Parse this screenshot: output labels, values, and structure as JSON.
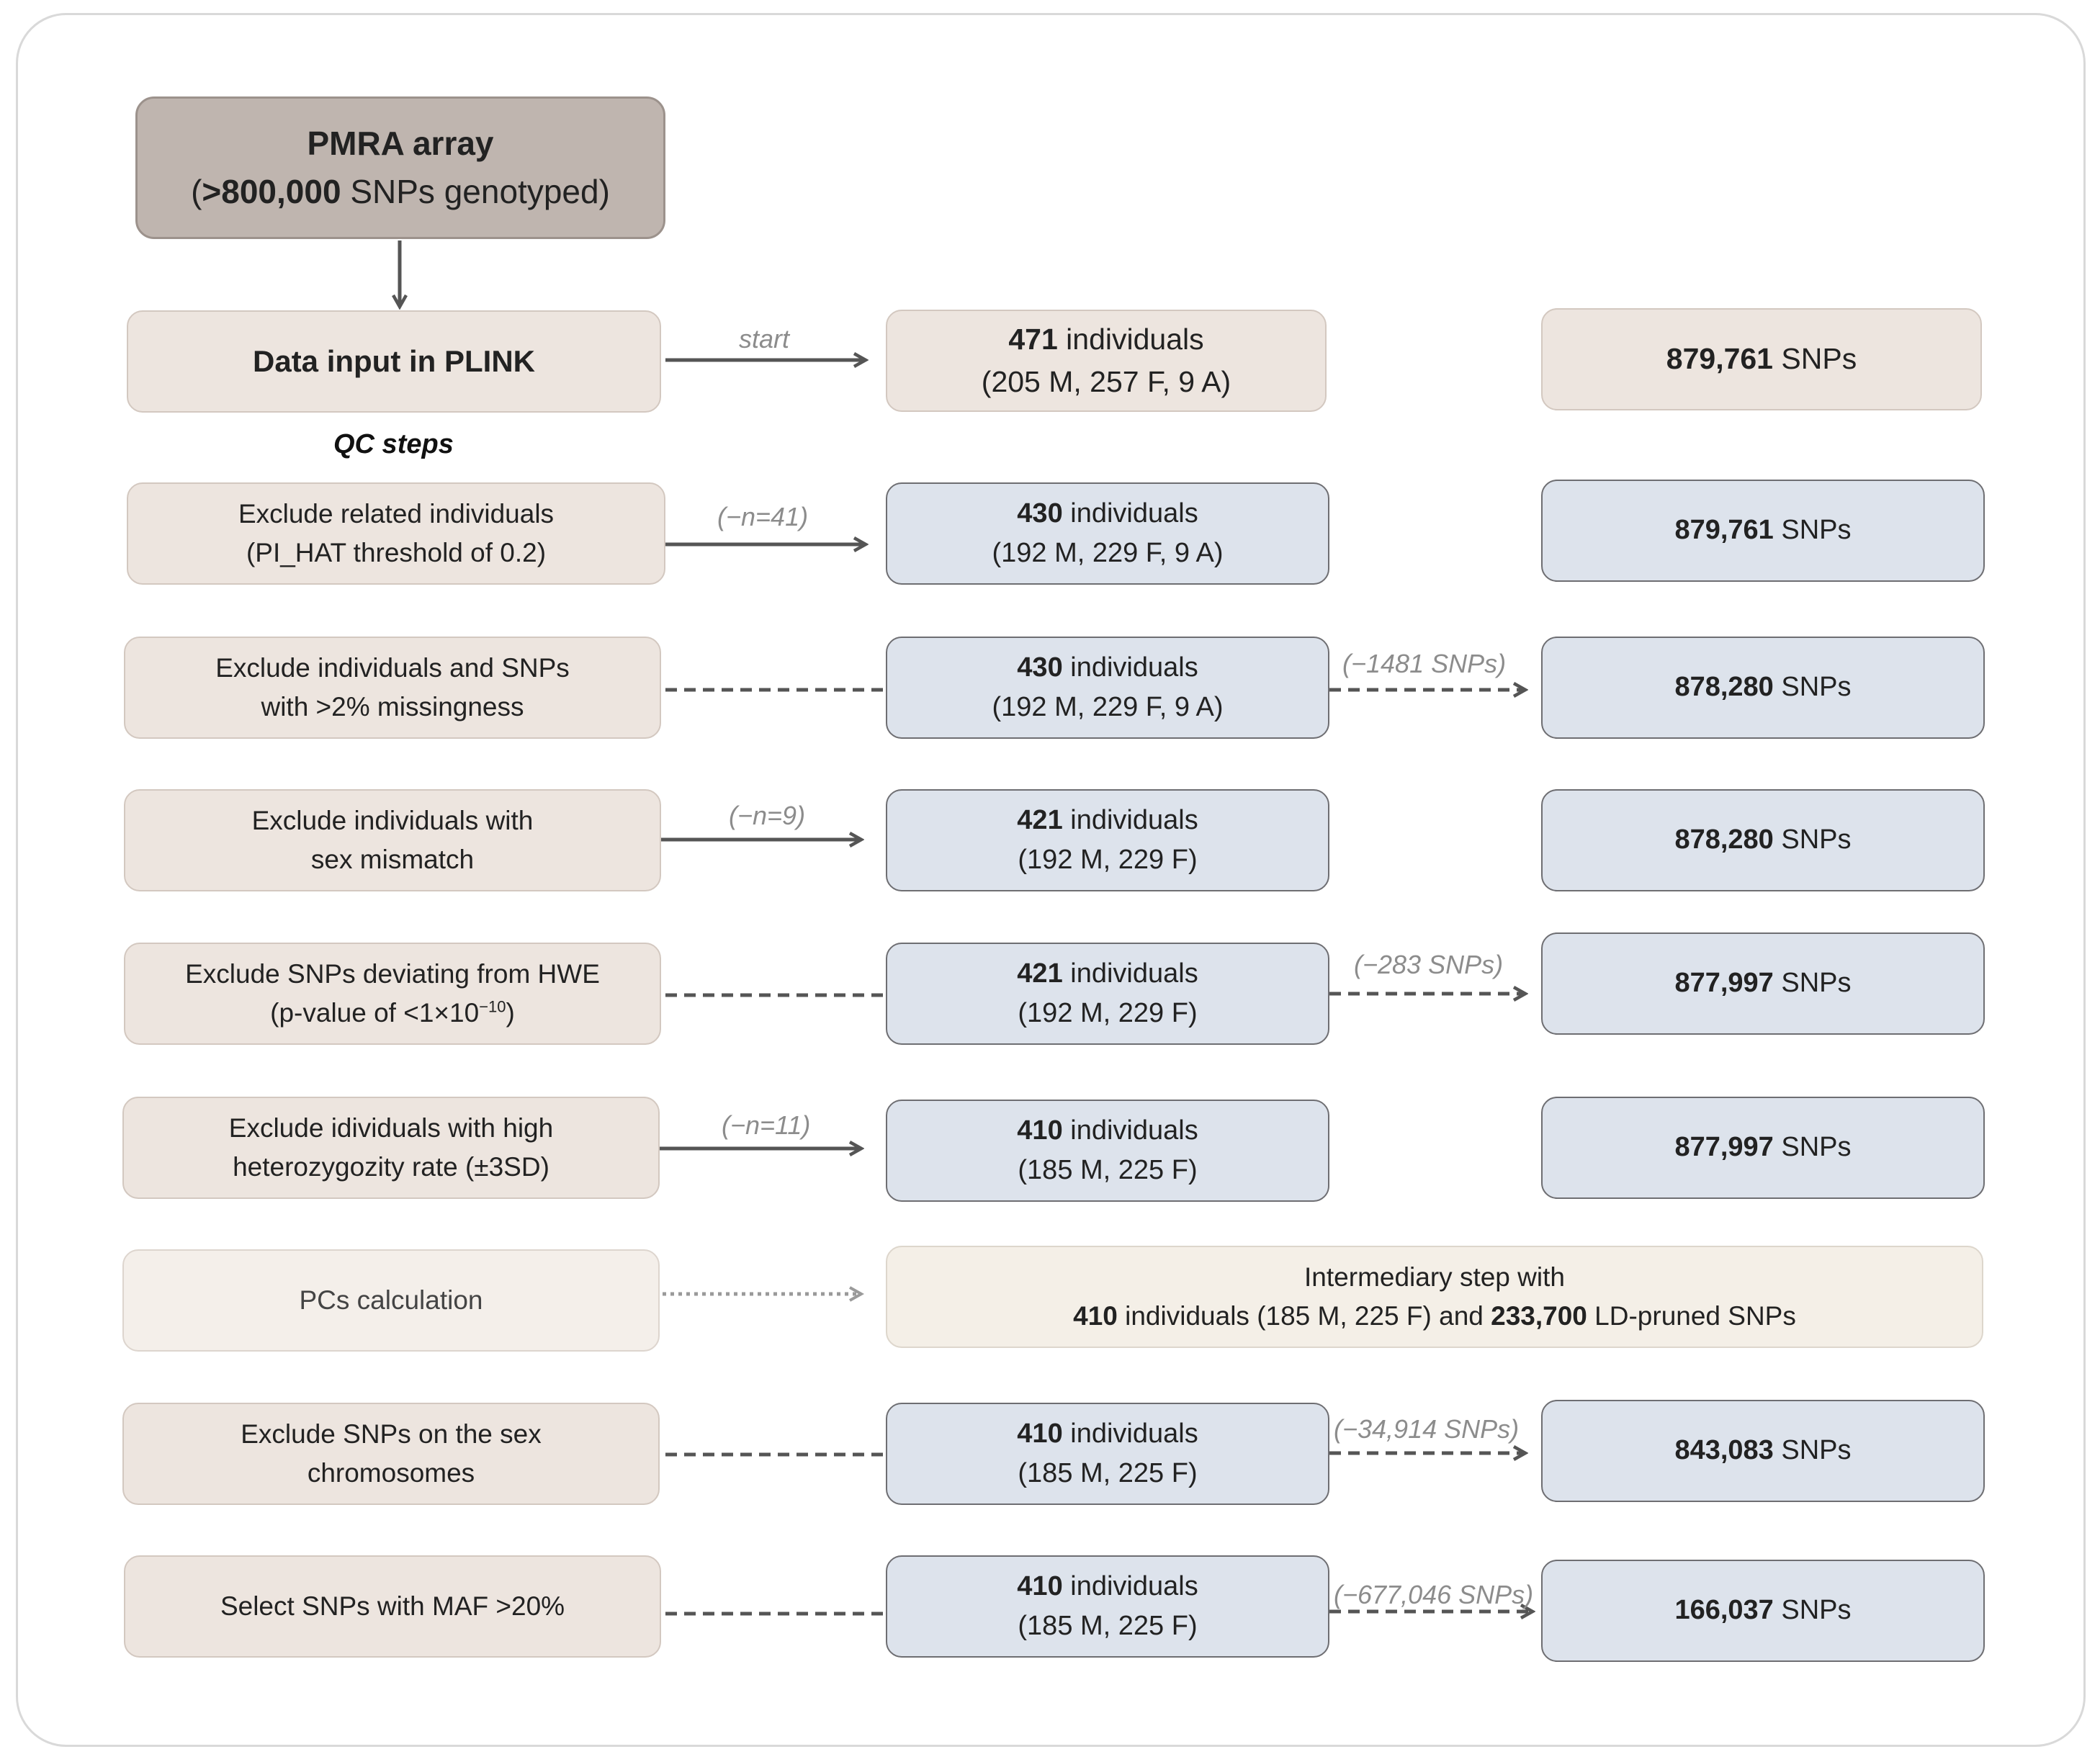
{
  "top_box": {
    "line1": "PMRA array",
    "line2_bold": ">800,000",
    "line2_rest": " SNPs genotyped"
  },
  "qc_heading": "QC steps",
  "steps": [
    {
      "line1": "Data input in PLINK",
      "line2": ""
    },
    {
      "line1": "Exclude related individuals",
      "line2": "(PI_HAT threshold of 0.2)"
    },
    {
      "line1": "Exclude individuals and SNPs",
      "line2": "with >2% missingness"
    },
    {
      "line1": "Exclude individuals with",
      "line2": "sex mismatch"
    },
    {
      "line1": "Exclude SNPs deviating from HWE",
      "line2_a": "(p-value of <1×10",
      "line2_sup": "−10",
      "line2_b": ")"
    },
    {
      "line1": "Exclude idividuals with high",
      "line2": "heterozygozity rate (±3SD)"
    },
    {
      "line1": "PCs calculation",
      "line2": ""
    },
    {
      "line1": "Exclude SNPs on the sex",
      "line2": "chromosomes"
    },
    {
      "line1": "Select SNPs with MAF >20%",
      "line2": ""
    }
  ],
  "individuals": [
    {
      "count": "471",
      "word": " individuals",
      "detail": "(205 M, 257 F, 9 A)"
    },
    {
      "count": "430",
      "word": " individuals",
      "detail": "(192 M, 229 F, 9 A)"
    },
    {
      "count": "430",
      "word": " individuals",
      "detail": "(192 M, 229 F, 9 A)"
    },
    {
      "count": "421",
      "word": " individuals",
      "detail": "(192 M, 229 F)"
    },
    {
      "count": "421",
      "word": " individuals",
      "detail": "(192 M, 229 F)"
    },
    {
      "count": "410",
      "word": " individuals",
      "detail": "(185 M, 225 F)"
    },
    {
      "count": "410",
      "word": " individuals",
      "detail": "(185 M, 225 F)"
    },
    {
      "count": "410",
      "word": " individuals",
      "detail": "(185 M, 225 F)"
    }
  ],
  "snps": [
    {
      "count": "879,761",
      "word": " SNPs"
    },
    {
      "count": "879,761",
      "word": " SNPs"
    },
    {
      "count": "878,280",
      "word": " SNPs"
    },
    {
      "count": "878,280",
      "word": " SNPs"
    },
    {
      "count": "877,997",
      "word": " SNPs"
    },
    {
      "count": "877,997",
      "word": " SNPs"
    },
    {
      "count": "843,083",
      "word": " SNPs"
    },
    {
      "count": "166,037",
      "word": " SNPs"
    }
  ],
  "intermediary": {
    "line1": "Intermediary step with",
    "n_bold": "410",
    "n_rest": " individuals (185 M, 225 F) and ",
    "snp_bold": "233,700",
    "snp_rest": " LD-pruned SNPs"
  },
  "arrow_labels": {
    "start": "start",
    "related": "(−n=41)",
    "missing_snps": "(−1481 SNPs)",
    "sex_mismatch": "(−n=9)",
    "hwe_snps": "(−283 SNPs)",
    "het": "(−n=11)",
    "sexchr_snps": "(−34,914 SNPs)",
    "maf_snps": "(−677,046 SNPs)"
  },
  "colors": {
    "step_fill": "#ede5df",
    "result_fill": "#dde3ec",
    "top_fill": "#bfb5af",
    "arrow": "#555555",
    "label": "#8c8c8c"
  }
}
